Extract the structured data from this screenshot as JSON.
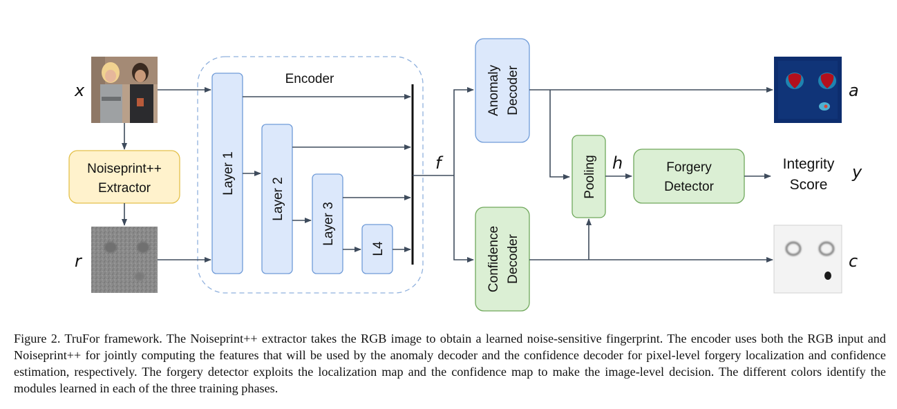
{
  "diagram": {
    "encoder_label": "Encoder",
    "extractor_line1": "Noiseprint++",
    "extractor_line2": "Extractor",
    "layer1": "Layer 1",
    "layer2": "Layer 2",
    "layer3": "Layer 3",
    "layer4": "L4",
    "anomaly_line1": "Anomaly",
    "anomaly_line2": "Decoder",
    "confidence_line1": "Confidence",
    "confidence_line2": "Decoder",
    "pooling": "Pooling",
    "forgery_line1": "Forgery",
    "forgery_line2": "Detector",
    "integrity_line1": "Integrity",
    "integrity_line2": "Score",
    "var_x": "x",
    "var_r": "r",
    "var_f": "f",
    "var_h": "h",
    "var_a": "a",
    "var_y": "y",
    "var_c": "c"
  },
  "colors": {
    "encoder_fill": "#dce8fb",
    "encoder_stroke": "#6f9bd8",
    "extractor_fill": "#fff2cc",
    "extractor_stroke": "#e3c04a",
    "detector_fill": "#dbefd4",
    "detector_stroke": "#6fa85b",
    "arrow": "#3e4b5c"
  },
  "caption": "Figure 2. TruFor framework. The Noiseprint++ extractor takes the RGB image to obtain a learned noise-sensitive fingerprint. The encoder uses both the RGB input and Noiseprint++ for jointly computing the features that will be used by the anomaly decoder and the confidence decoder for pixel-level forgery localization and confidence estimation, respectively. The forgery detector exploits the localization map and the confidence map to make the image-level decision. The different colors identify the modules learned in each of the three training phases."
}
